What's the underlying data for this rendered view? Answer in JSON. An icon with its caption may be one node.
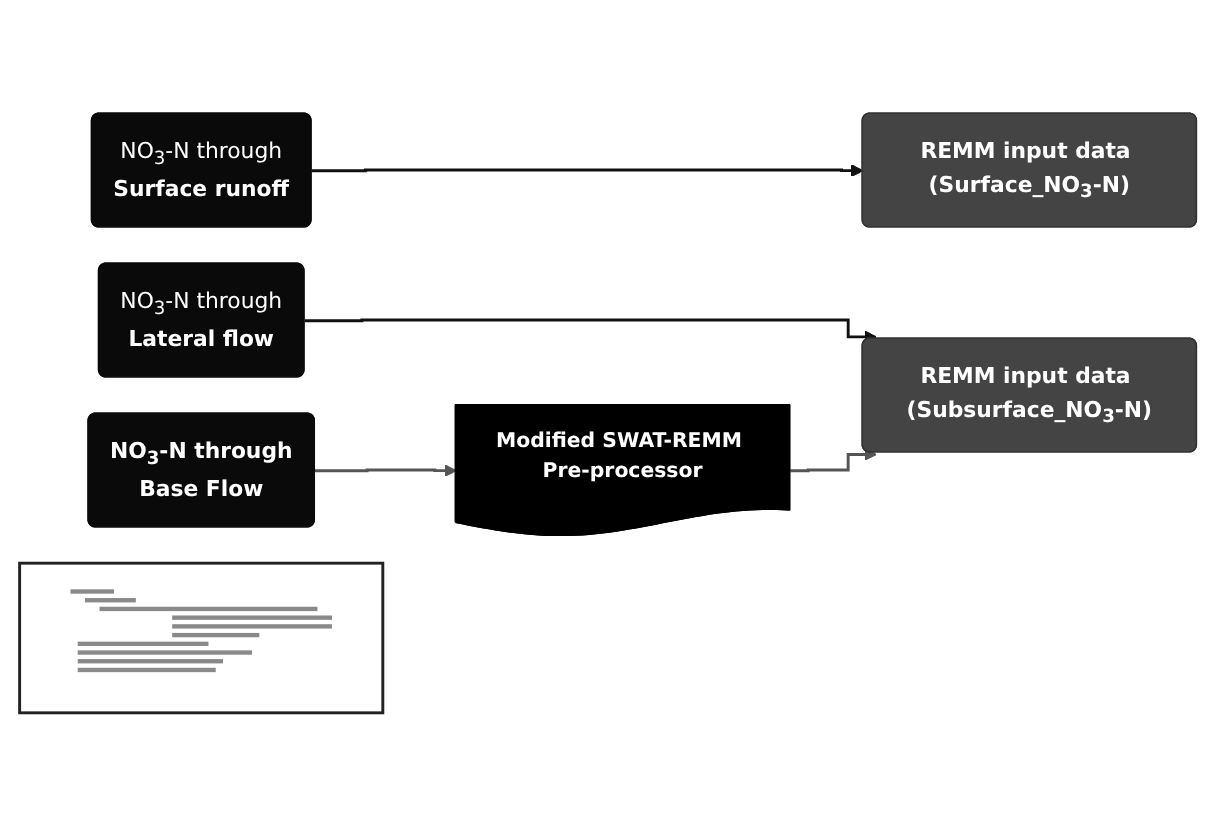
{
  "diagram": {
    "nodes": [
      {
        "text": [
          "NO$_{3}$-N through",
          "Surface runoff"
        ]
      },
      {
        "text": [
          "NO$_{3}$-N through",
          "Lateral flow"
        ]
      },
      {
        "text": [
          "NO$_{3}$-N through",
          "Base Flow"
        ]
      },
      {
        "text": [
          "REMM input data (Surface_NO$_{3}$-N)"
        ]
      },
      {
        "text": [
          "REMM input data (Subsurface_NO$_{3}$-N)"
        ]
      },
      {
        "text": [
          "Modified SWAT-REMM Pre-processor"
        ]
      },
      {
        "text": [],
        "shape": "picture"
      }
    ],
    "edges": [
      {
        "from": 0,
        "to": 3,
        "arrow": "to"
      },
      {
        "from": 1,
        "to": 4,
        "arrow": "to"
      },
      {
        "from": 2,
        "to": 5,
        "arrow": "to",
        "color": "#555555"
      },
      {
        "from": 5,
        "to": 4,
        "arrow": "to",
        "color": "#555555"
      }
    ]
  }
}
